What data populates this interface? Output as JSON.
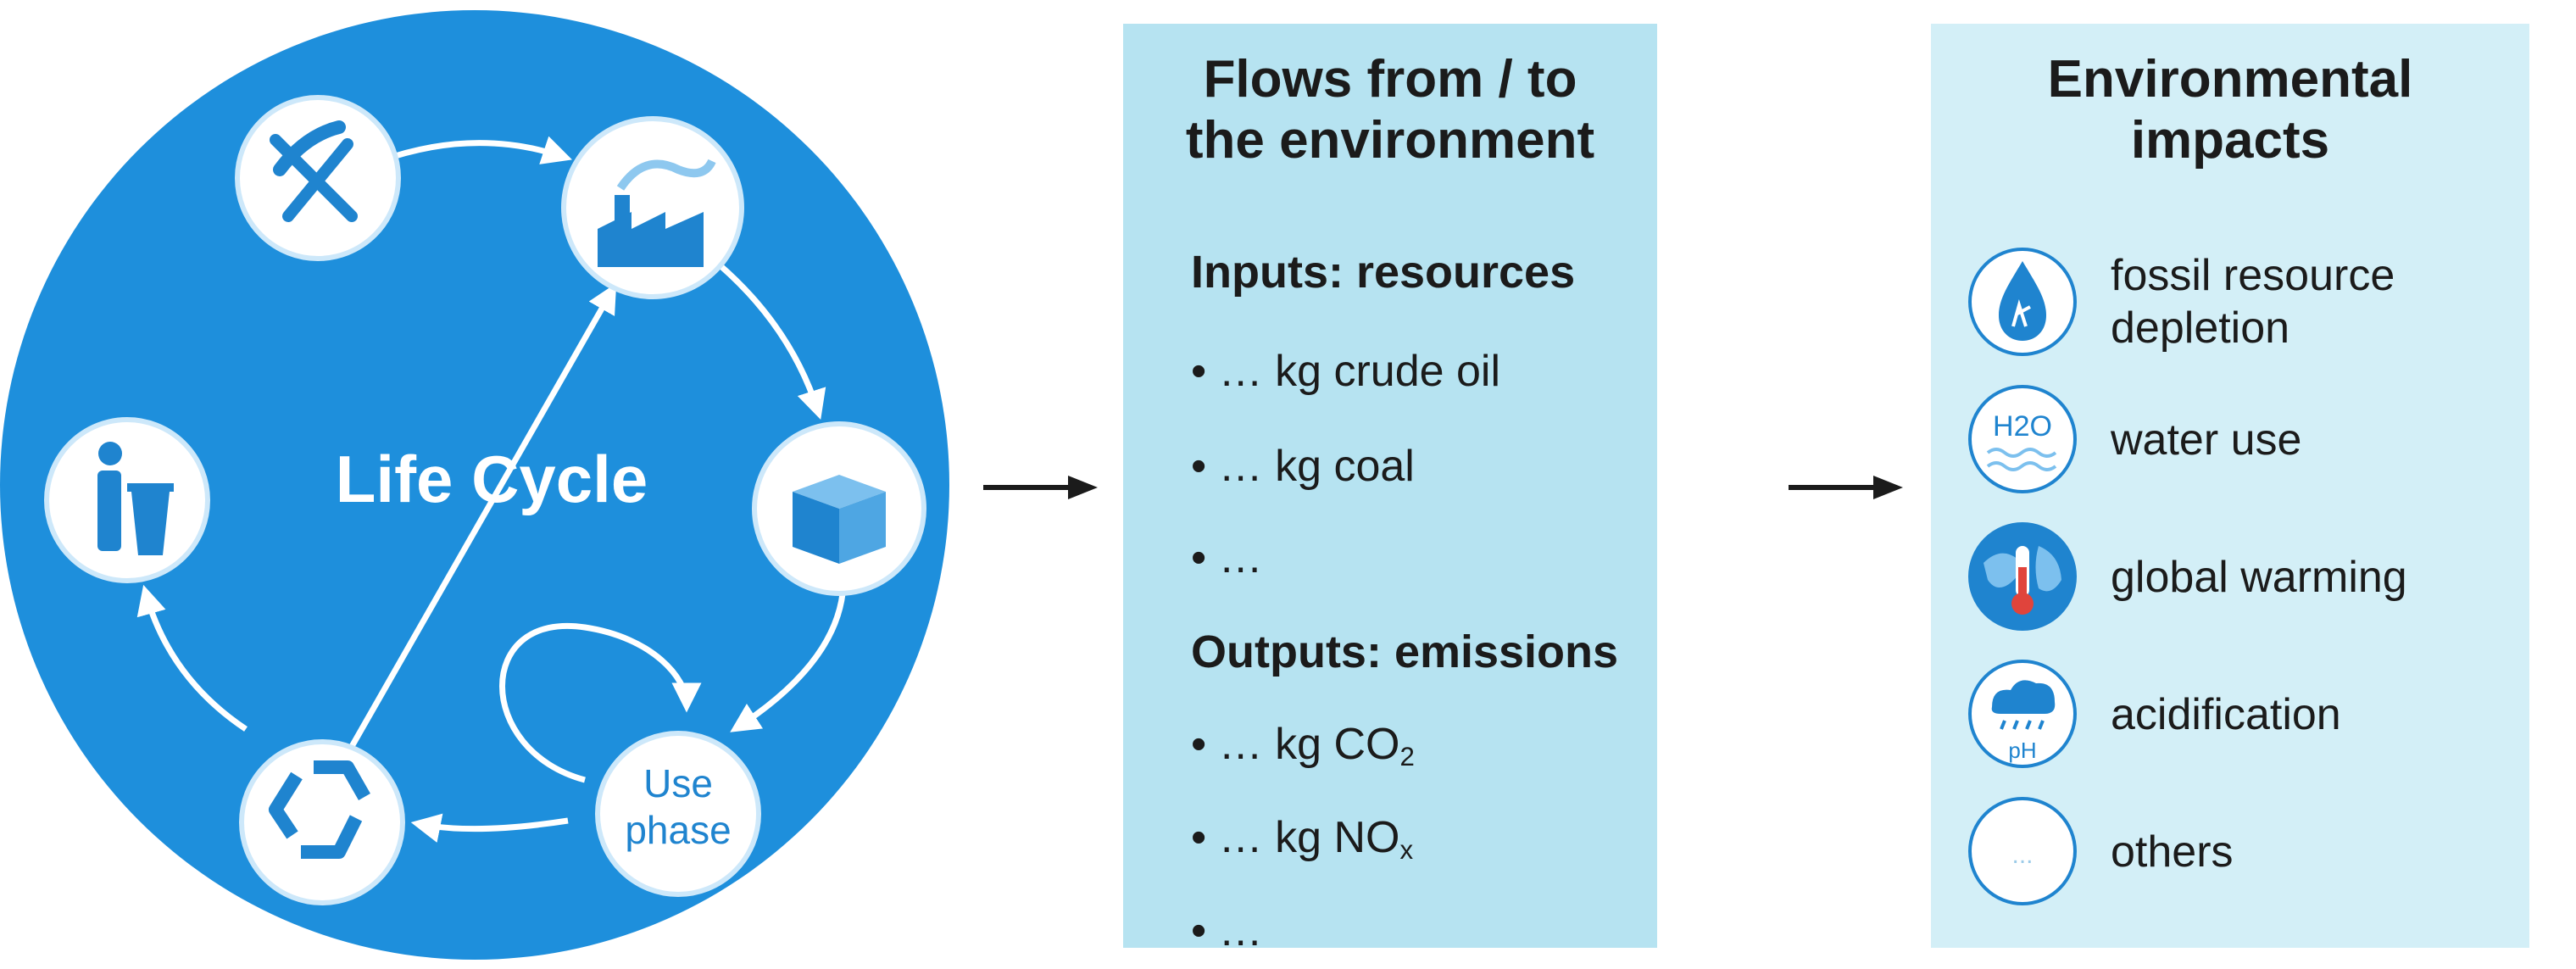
{
  "life_cycle": {
    "title": "Life Cycle",
    "use_phase_line1": "Use",
    "use_phase_line2": "phase",
    "stage_icons": [
      "shovel-pickaxe-icon",
      "factory-icon",
      "box-icon",
      "use-phase",
      "recycle-icon",
      "trash-bin-icon"
    ]
  },
  "flows": {
    "title_line1": "Flows from / to",
    "title_line2": "the environment",
    "inputs_header": "Inputs: resources",
    "inputs": [
      "• … kg crude oil",
      "• … kg coal",
      "• …"
    ],
    "outputs_header": "Outputs: emissions",
    "outputs": [
      {
        "prefix": "• … kg CO",
        "sub": "2"
      },
      {
        "prefix": "• … kg NO",
        "sub": "x"
      },
      {
        "prefix": "• …",
        "sub": ""
      }
    ]
  },
  "impacts": {
    "title_line1": "Environmental",
    "title_line2": "impacts",
    "items": [
      {
        "label_line1": "fossil resource",
        "label_line2": "depletion",
        "icon": "oil-drop-icon"
      },
      {
        "label_line1": "water use",
        "label_line2": "",
        "icon": "water-icon",
        "icon_text": "H2O"
      },
      {
        "label_line1": "global warming",
        "label_line2": "",
        "icon": "globe-thermometer-icon"
      },
      {
        "label_line1": "acidification",
        "label_line2": "",
        "icon": "acid-rain-icon",
        "icon_text": "pH"
      },
      {
        "label_line1": "others",
        "label_line2": "",
        "icon": "ellipsis-icon",
        "icon_text": "..."
      }
    ]
  },
  "colors": {
    "circle_blue": "#1e8fdc",
    "icon_blue": "#1f84cf",
    "flows_box": "#b6e3f1",
    "impacts_box": "#d3eff7"
  }
}
